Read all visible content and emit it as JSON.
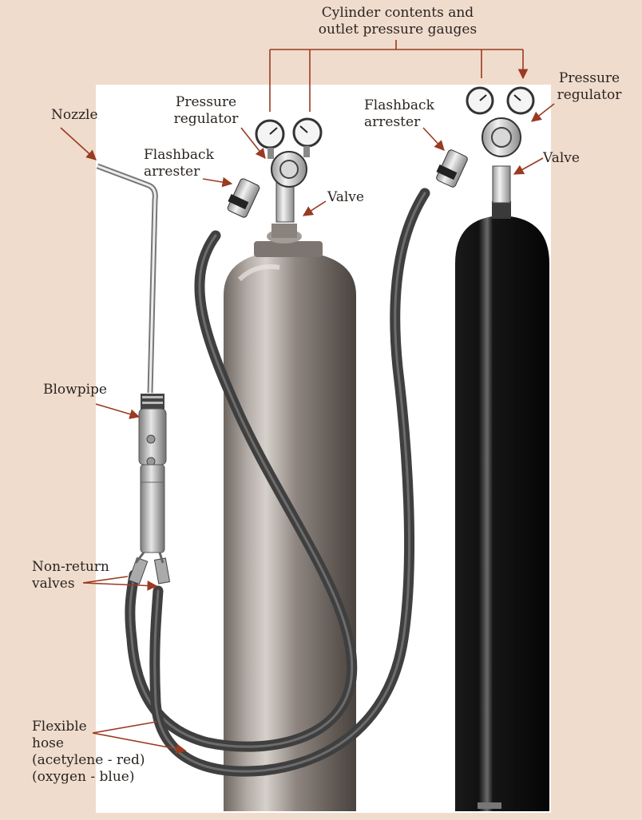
{
  "colors": {
    "background": "#f0dccd",
    "panel": "#ffffff",
    "arrow": "#9a3a22",
    "cylinder": "#8e8580",
    "cylinder_dark": "#0c0c0c",
    "hose": "#4b4b4b"
  },
  "labels": {
    "gauges": "Cylinder contents and\noutlet pressure gauges",
    "nozzle": "Nozzle",
    "pressure_regulator_left": "Pressure\nregulator",
    "flashback_arrester_left": "Flashback\narrester",
    "valve_left": "Valve",
    "flashback_arrester_right": "Flashback\narrester",
    "pressure_regulator_right": "Pressure\nregulator",
    "valve_right": "Valve",
    "blowpipe": "Blowpipe",
    "non_return_valves": "Non-return\nvalves",
    "flexible_hose": "Flexible\nhose\n(acetylene - red)\n(oxygen - blue)"
  }
}
